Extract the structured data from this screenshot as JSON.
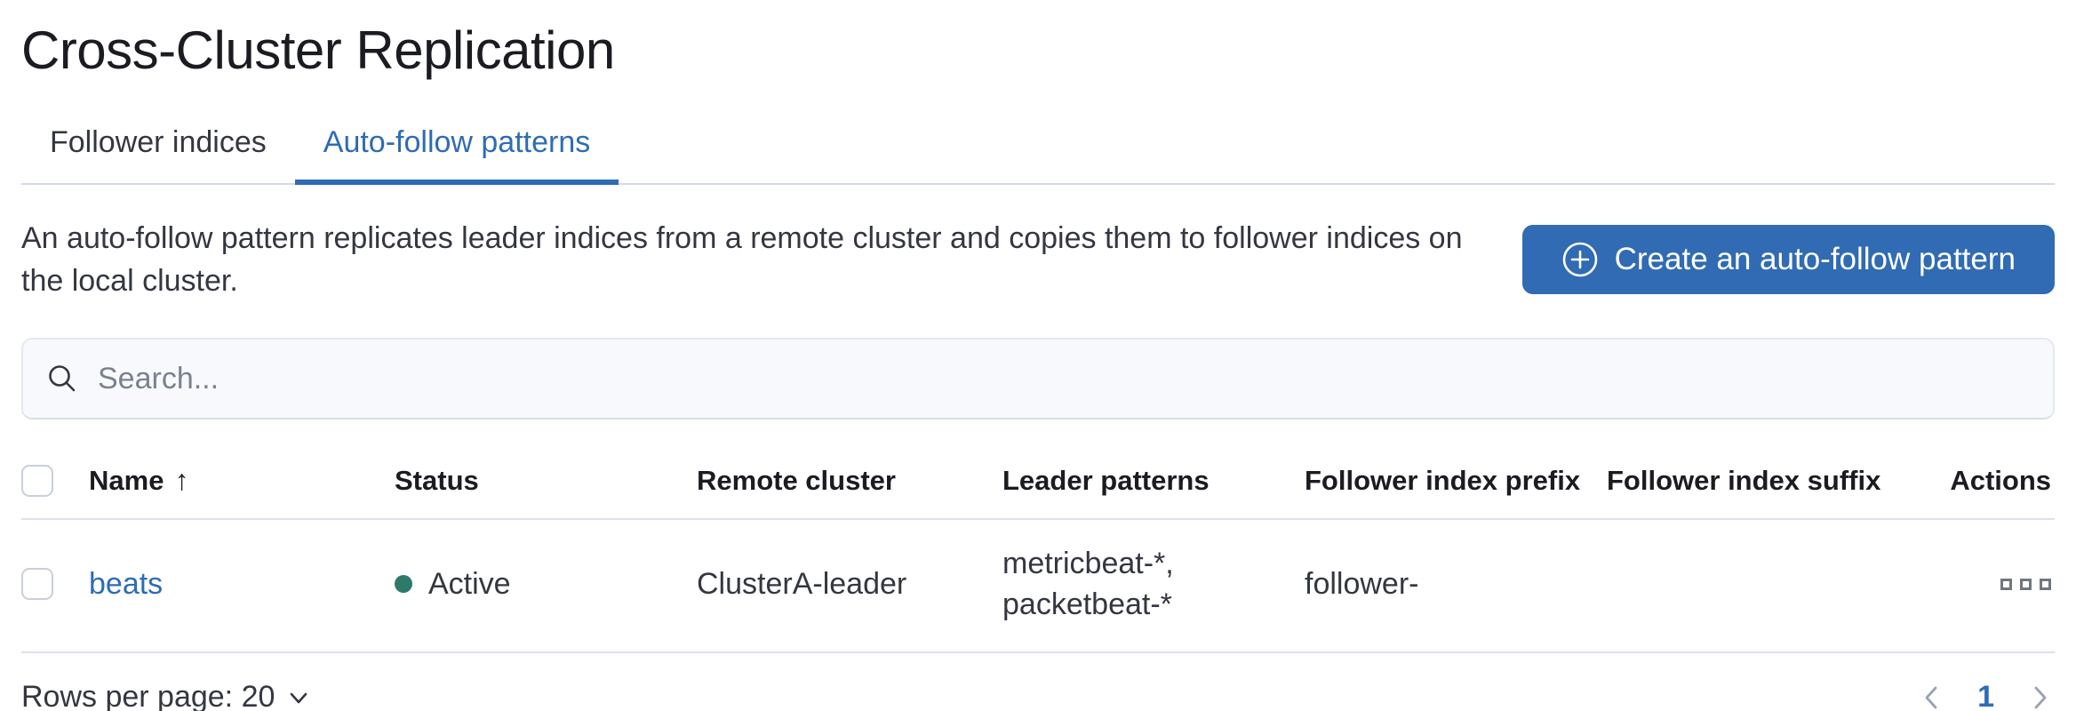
{
  "page": {
    "title": "Cross-Cluster Replication"
  },
  "tabs": [
    {
      "label": "Follower indices",
      "active": false
    },
    {
      "label": "Auto-follow patterns",
      "active": true
    }
  ],
  "intro": {
    "text": "An auto-follow pattern replicates leader indices from a remote cluster and copies them to follower indices on the local cluster."
  },
  "create_button": {
    "label": "Create an auto-follow pattern",
    "icon": "plus-in-circle-icon"
  },
  "search": {
    "placeholder": "Search...",
    "value": "",
    "icon": "search-icon"
  },
  "table": {
    "sort": {
      "column": "Name",
      "direction": "ascending"
    },
    "columns": {
      "name": "Name",
      "status": "Status",
      "remote_cluster": "Remote cluster",
      "leader_patterns": "Leader patterns",
      "follower_index_prefix": "Follower index prefix",
      "follower_index_suffix": "Follower index suffix",
      "actions": "Actions"
    },
    "rows": [
      {
        "name": "beats",
        "status": "Active",
        "remote_cluster": "ClusterA-leader",
        "leader_patterns": "metricbeat-*, packetbeat-*",
        "leader_patterns_lines": {
          "0": "metricbeat-*,",
          "1": "packetbeat-*"
        },
        "follower_index_prefix": "follower-",
        "follower_index_suffix": "",
        "actions_icon": "boxes-horizontal-icon"
      }
    ]
  },
  "footer": {
    "rows_per_page": "Rows per page: 20",
    "pagination": {
      "current_page": "1"
    }
  },
  "colors": {
    "primary_blue": "#306bb3",
    "tab_active_blue": "#2e6cb4",
    "link_blue": "#2e6cb4",
    "status_active_green": "#2e7a68",
    "divider_gray": "#d3dae6",
    "table_border": "#dde1ec",
    "text_dark": "#343741",
    "title_dark": "#1a1c21",
    "placeholder_gray": "#7a818f"
  }
}
